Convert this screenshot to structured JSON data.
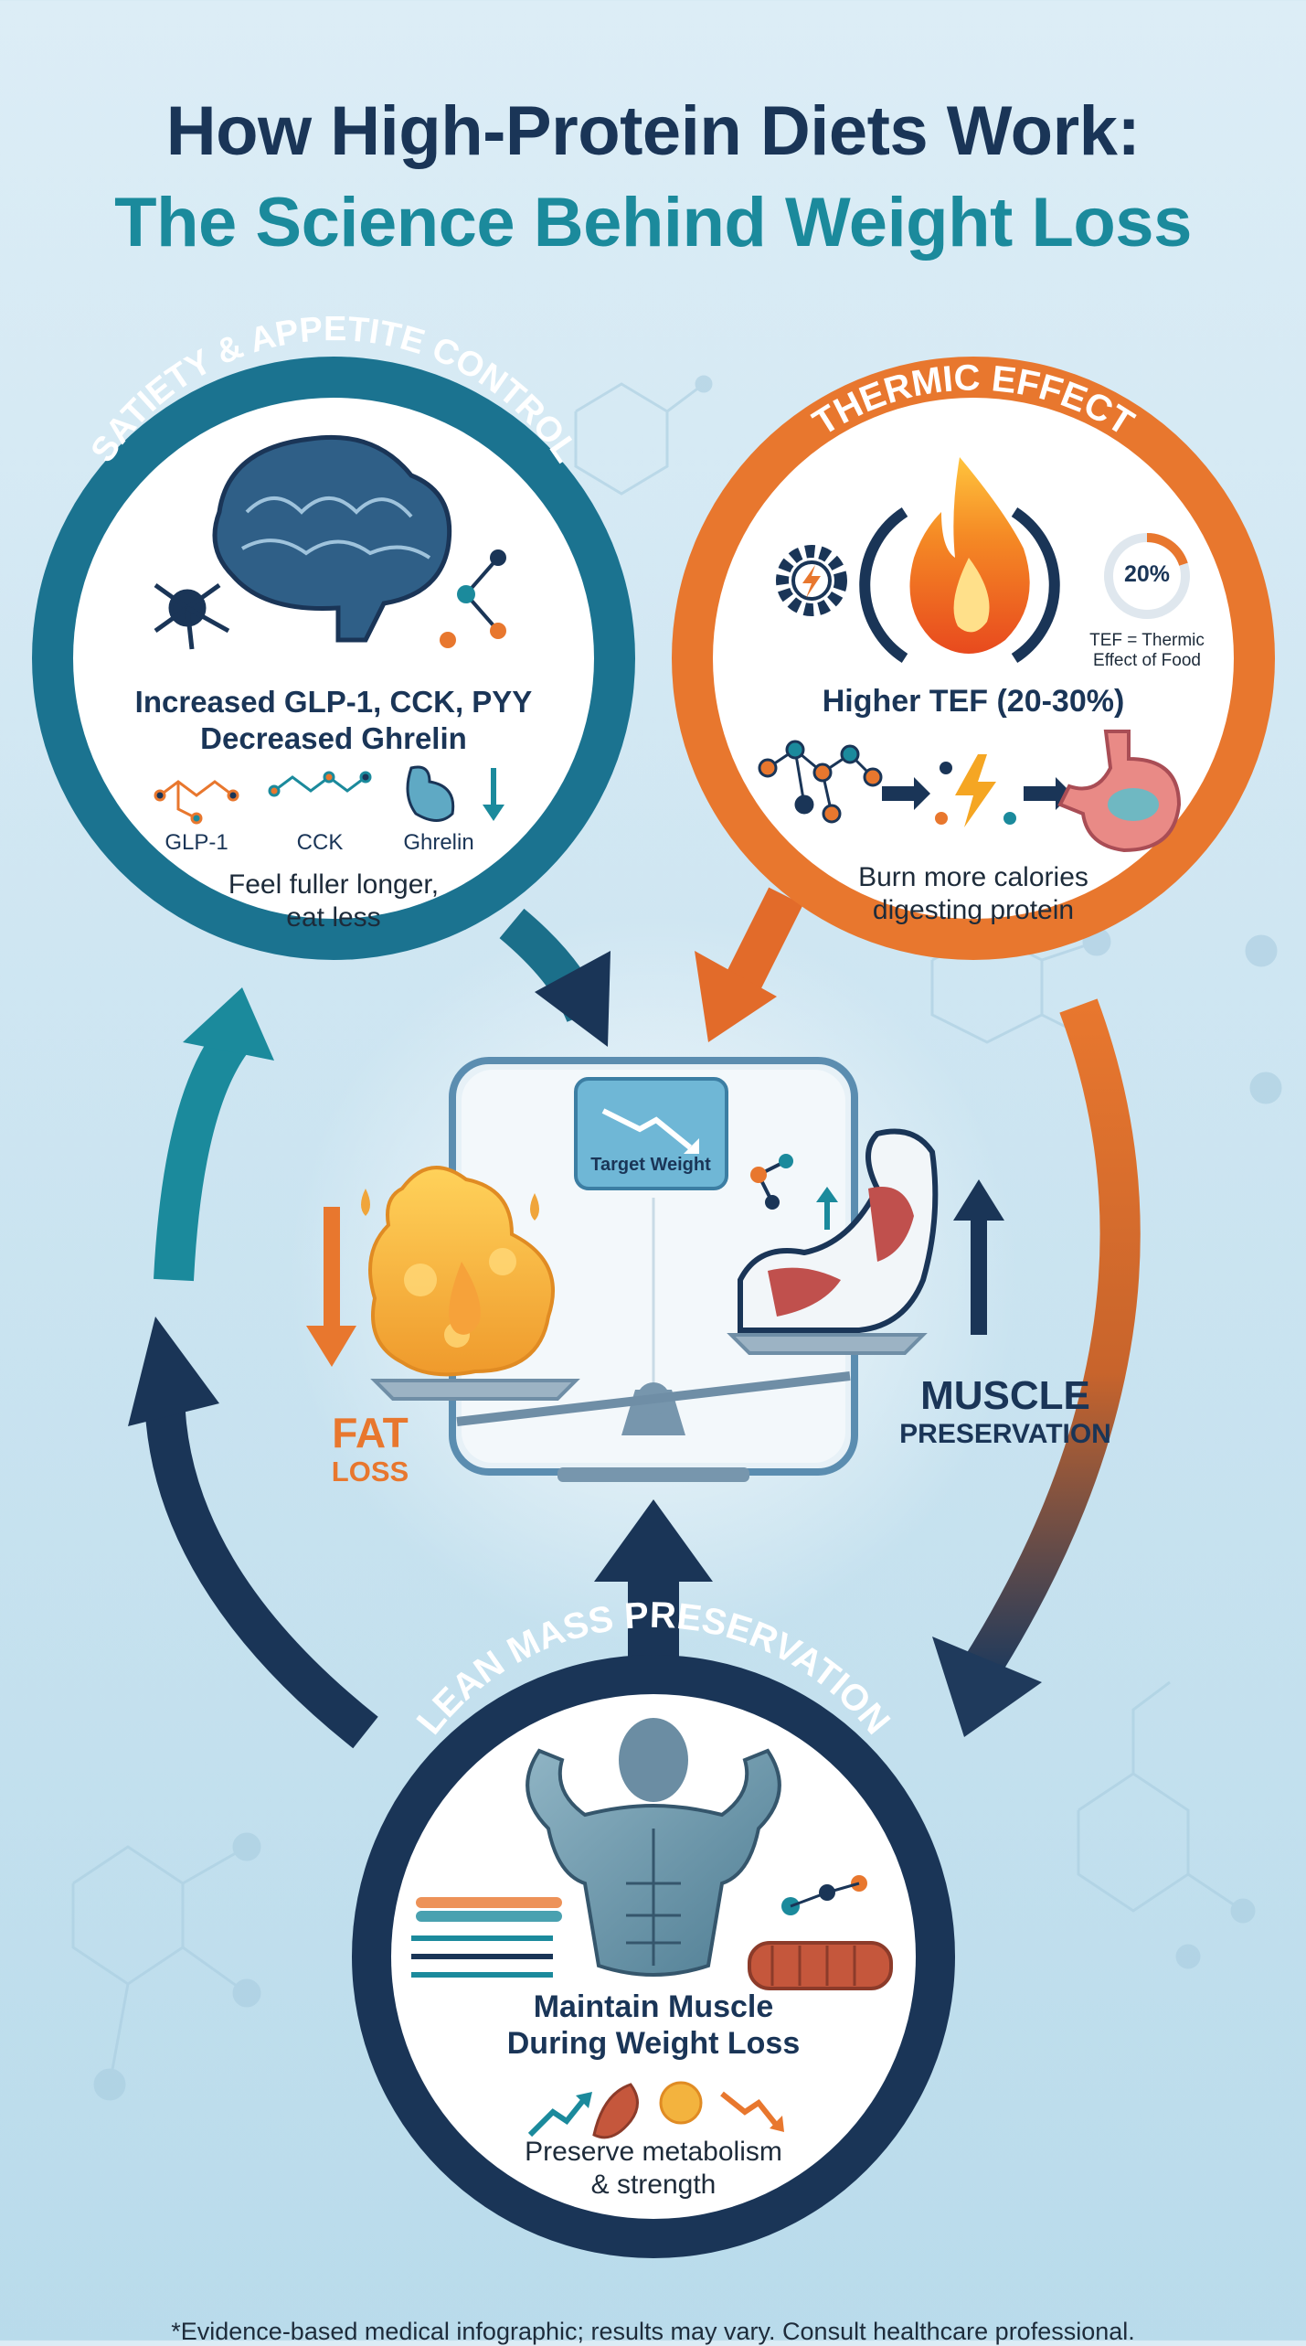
{
  "title": {
    "line1": "How High-Protein Diets Work:",
    "line2": "The Science Behind Weight Loss"
  },
  "colors": {
    "navy": "#1a3557",
    "teal": "#1b8a9c",
    "orange": "#e8772e",
    "fat_orange": "#f0a53a"
  },
  "satiety": {
    "heading": "SATIETY & APPETITE CONTROL",
    "line1": "Increased GLP-1, CCK, PYY",
    "line2": "Decreased Ghrelin",
    "labels": [
      "GLP-1",
      "CCK",
      "Ghrelin"
    ],
    "caption1": "Feel fuller longer,",
    "caption2": "eat less",
    "icons": [
      "brain-icon",
      "neuron-icon",
      "molecule-icon",
      "stomach-icon",
      "arrow-down-icon"
    ]
  },
  "thermic": {
    "heading": "THERMIC EFFECT",
    "gauge_label": "20%",
    "gauge_value": 0.2,
    "tef_note1": "TEF = Thermic",
    "tef_note2": "Effect of Food",
    "headline": "Higher TEF (20-30%)",
    "caption1": "Burn more calories",
    "caption2": "digesting protein",
    "icons": [
      "gear-icon",
      "flame-icon",
      "cycle-arrows-icon",
      "protein-chain-icon",
      "energy-icon",
      "stomach-icon"
    ]
  },
  "center": {
    "scale_label": "Target Weight",
    "fat_word": "FAT",
    "fat_sub": "LOSS",
    "muscle_word": "MUSCLE",
    "muscle_sub": "PRESERVATION",
    "icons": [
      "scale-icon",
      "fat-cell-icon",
      "flexed-arm-icon",
      "balance-icon",
      "trend-down-icon"
    ]
  },
  "lean": {
    "heading": "LEAN MASS PRESERVATION",
    "line1": "Maintain Muscle",
    "line2": "During Weight Loss",
    "caption1": "Preserve metabolism",
    "caption2": "& strength",
    "icons": [
      "bodybuilder-icon",
      "muscle-fiber-icon",
      "trend-up-icon",
      "muscle-icon",
      "fat-cell-icon",
      "trend-down-icon"
    ]
  },
  "footer": "*Evidence-based medical infographic; results may vary. Consult healthcare professional."
}
